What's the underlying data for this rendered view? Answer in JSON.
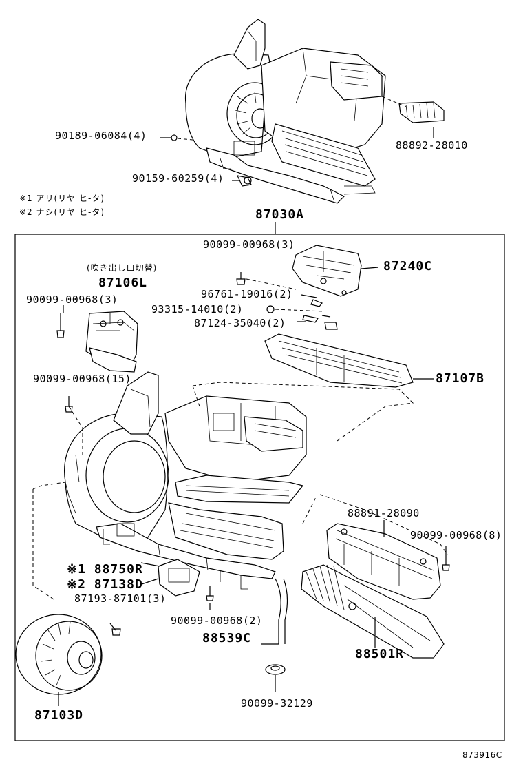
{
  "title": "873916C",
  "notes": {
    "note1": "※1 アリ(リヤ ヒ-タ)",
    "note2": "※2 ナシ(リヤ ヒ-タ)",
    "outlet_switch": "(吹き出し口切替)"
  },
  "parts": {
    "p90189": "90189-06084(4)",
    "p90159": "90159-60259(4)",
    "p88892": "88892-28010",
    "p87030A": "87030A",
    "p90099_3a": "90099-00968(3)",
    "p87240C": "87240C",
    "p87106L": "87106L",
    "p90099_3b": "90099-00968(3)",
    "p96761": "96761-19016(2)",
    "p93315": "93315-14010(2)",
    "p87124": "87124-35040(2)",
    "p90099_15": "90099-00968(15)",
    "p87107B": "87107B",
    "p88891": "88891-28090",
    "p90099_8": "90099-00968(8)",
    "p88750R": "※1 88750R",
    "p87138D": "※2 87138D",
    "p87193": "87193-87101(3)",
    "p90099_2": "90099-00968(2)",
    "p88539C": "88539C",
    "p88501R": "88501R",
    "p87103D": "87103D",
    "p90099_32129": "90099-32129"
  }
}
